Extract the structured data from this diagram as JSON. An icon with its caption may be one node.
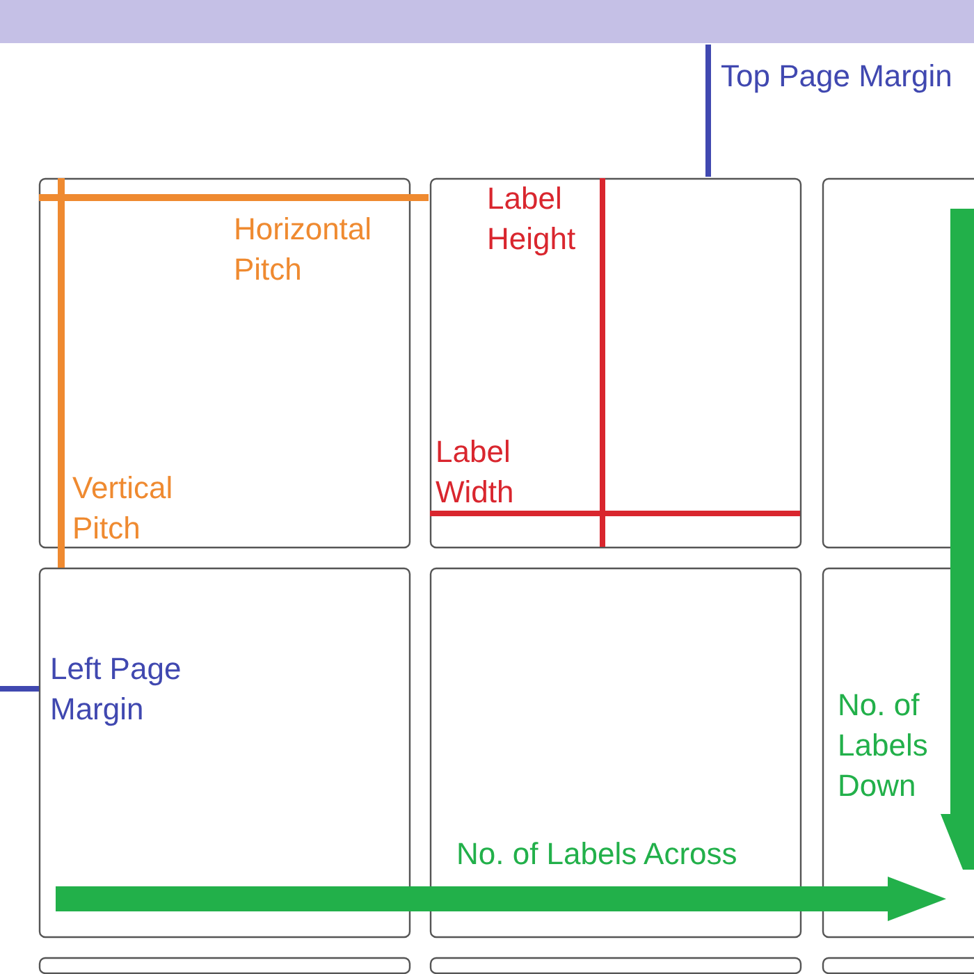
{
  "diagram": {
    "labels": [
      "Top Page Margin",
      "Horizontal Pitch",
      "Label Height",
      "Label Width",
      "Vertical Pitch",
      "Left Page Margin",
      "No. of Labels Down",
      "No. of Labels Across"
    ]
  }
}
